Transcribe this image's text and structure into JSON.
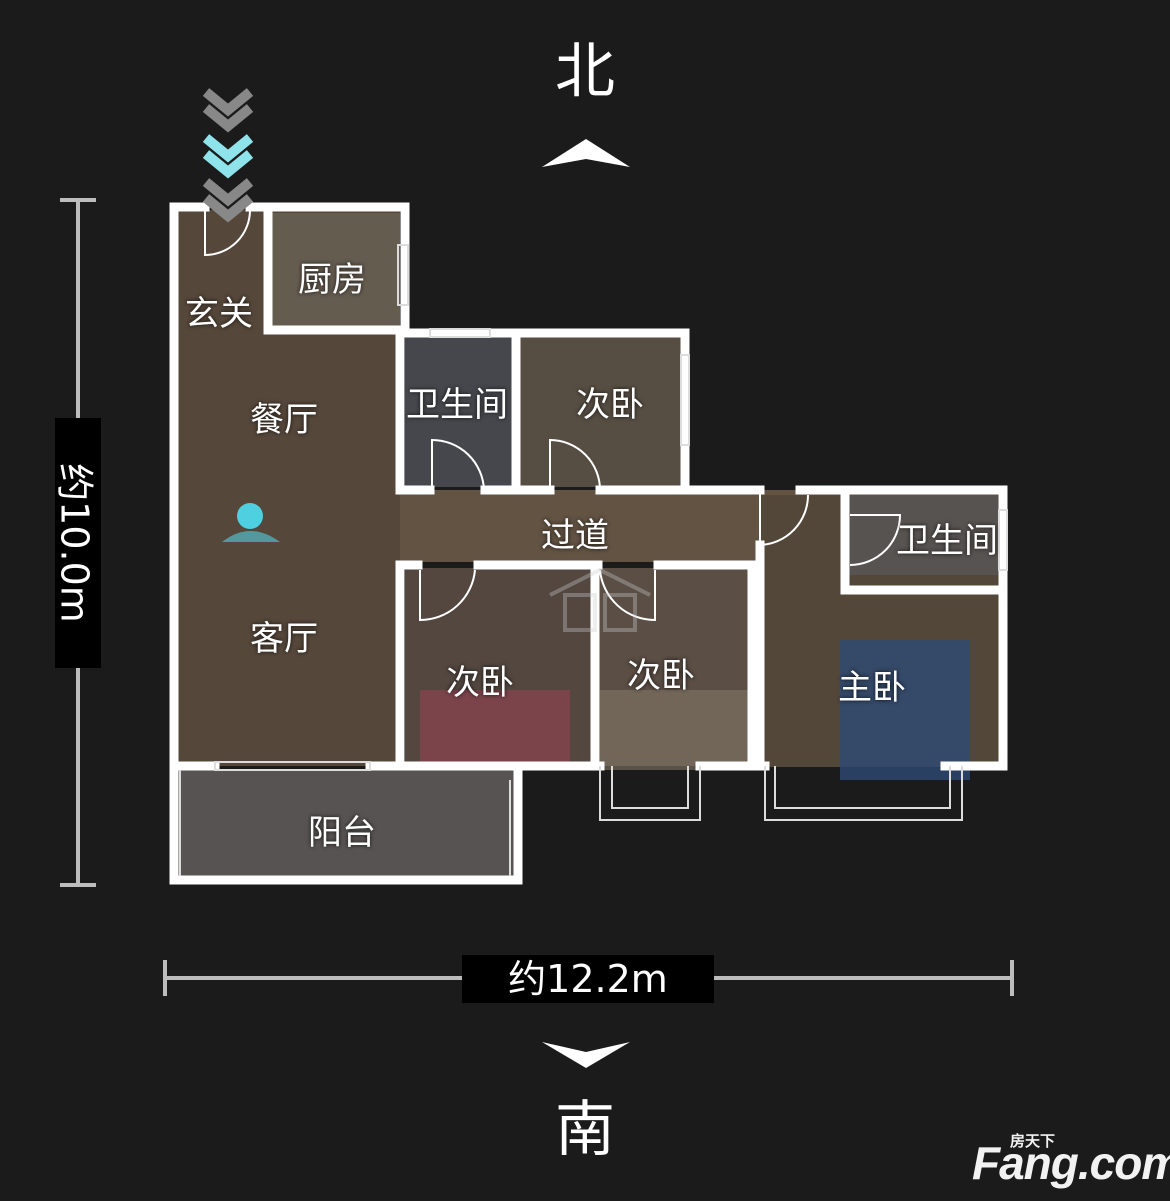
{
  "compass": {
    "north": "北",
    "south": "南"
  },
  "dimensions": {
    "width": "约12.2m",
    "height": "约10.0m"
  },
  "rooms": {
    "entry": "玄关",
    "kitchen": "厨房",
    "dining": "餐厅",
    "bath1": "卫生间",
    "bed_north": "次卧",
    "corridor": "过道",
    "bath2": "卫生间",
    "living": "客厅",
    "bed_south1": "次卧",
    "bed_south2": "次卧",
    "master": "主卧",
    "balcony": "阳台"
  },
  "logo": {
    "brand": "Fang.com",
    "cn": "房天下"
  },
  "colors": {
    "background": "#1b1b1c",
    "wall": "#ffffff",
    "floor": "#5a4a3c",
    "marker": "#4fd0e0",
    "entry_chevron_active": "#8fe3ea",
    "entry_chevron": "#888888"
  },
  "icons": [
    "chevron-up-icon",
    "chevron-down-icon",
    "entry-chevrons-icon",
    "position-marker-icon"
  ]
}
